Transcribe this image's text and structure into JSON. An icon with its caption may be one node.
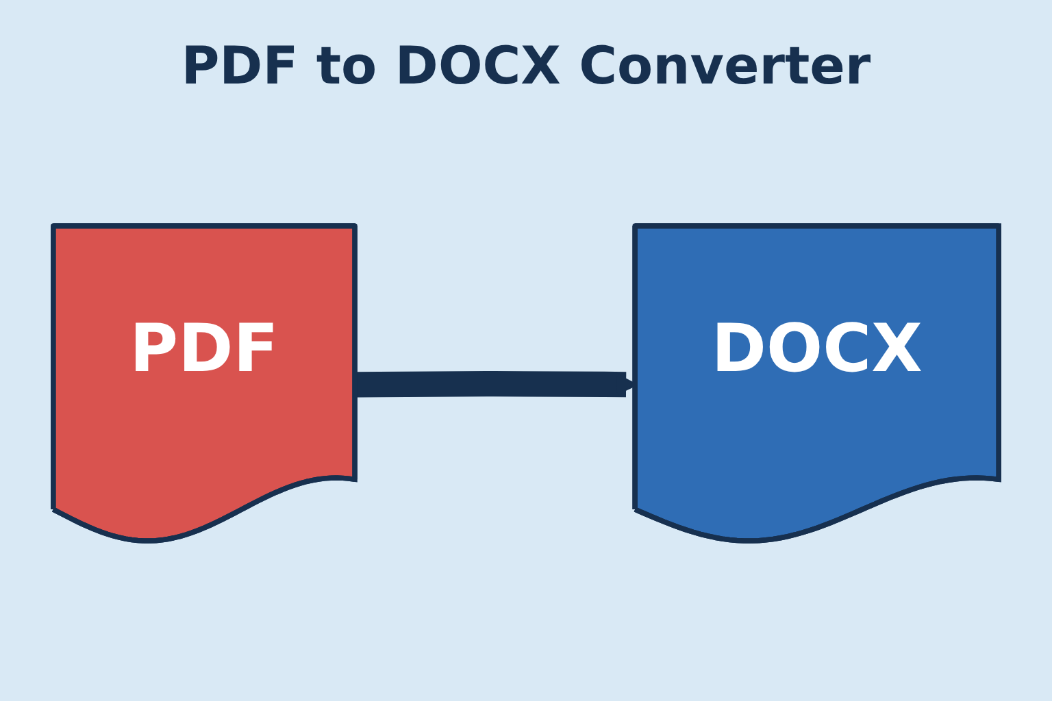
{
  "diagram": {
    "title": "PDF to DOCX Converter",
    "nodes": [
      {
        "text": [
          "PDF"
        ]
      },
      {
        "text": [
          "DOCX"
        ]
      }
    ],
    "edges": [
      {
        "from": 0,
        "to": 1,
        "arrow": "to"
      }
    ]
  }
}
